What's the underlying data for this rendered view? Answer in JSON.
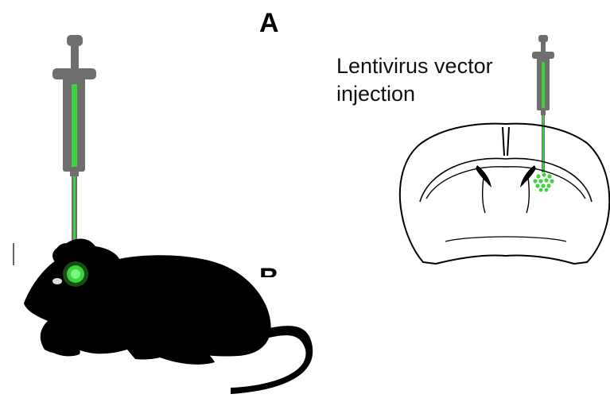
{
  "panels": {
    "a_label": "A",
    "b_label": "B"
  },
  "injection_label": {
    "line1": "Lentivirus vector",
    "line2": "injection"
  },
  "colors": {
    "syringe_body": "#6e6e6e",
    "fluid_green": "#3fd23f",
    "mouse": "#000000",
    "injection_spot": "#4ee84e",
    "brain_outline": "#000000"
  }
}
